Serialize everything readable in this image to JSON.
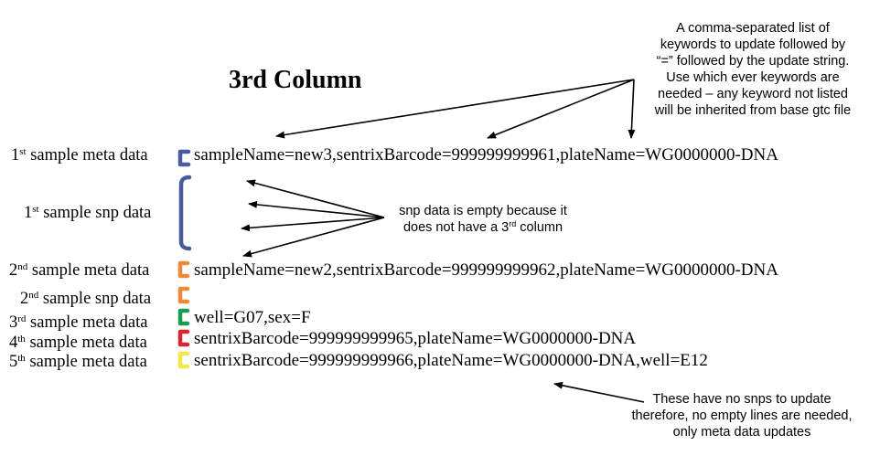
{
  "title": "3rd Column",
  "colors": {
    "brace_meta1": "#4a5a9e",
    "brace_snp1": "#4a5a9e",
    "brace_meta2": "#f0883a",
    "brace_snp2": "#f0883a",
    "brace_meta3": "#1b9a55",
    "brace_meta4": "#d8262c",
    "brace_meta5": "#f3e84a",
    "arrow": "#000000"
  },
  "rows": [
    {
      "ord": "1",
      "sup": "st",
      "label": "sample meta data",
      "content": "sampleName=new3,sentrixBarcode=999999999961,plateName=WG0000000-DNA"
    },
    {
      "ord": "1",
      "sup": "st",
      "label": "sample snp data",
      "content": ""
    },
    {
      "ord": "2",
      "sup": "nd",
      "label": "sample meta data",
      "content": "sampleName=new2,sentrixBarcode=999999999962,plateName=WG0000000-DNA"
    },
    {
      "ord": "2",
      "sup": "nd",
      "label": "sample snp data",
      "content": ""
    },
    {
      "ord": "3",
      "sup": "rd",
      "label": "sample meta data",
      "content": "well=G07,sex=F"
    },
    {
      "ord": "4",
      "sup": "th",
      "label": "sample meta data",
      "content": "sentrixBarcode=999999999965,plateName=WG0000000-DNA"
    },
    {
      "ord": "5",
      "sup": "th",
      "label": "sample meta data",
      "content": "sentrixBarcode=999999999966,plateName=WG0000000-DNA,well=E12"
    }
  ],
  "notes": {
    "top": {
      "lines": [
        "A comma-separated list of",
        "keywords to update followed by",
        "“=” followed by the update string.",
        "Use which ever keywords are",
        "needed – any keyword not listed",
        "will be inherited from base gtc file"
      ]
    },
    "snp": {
      "line1": "snp data is empty because it",
      "line2_pre": "does not have a 3",
      "line2_sup": "rd",
      "line2_post": " column"
    },
    "bottom": {
      "lines": [
        "These have no snps to update",
        "therefore, no empty lines are needed,",
        "only meta data updates"
      ]
    }
  }
}
